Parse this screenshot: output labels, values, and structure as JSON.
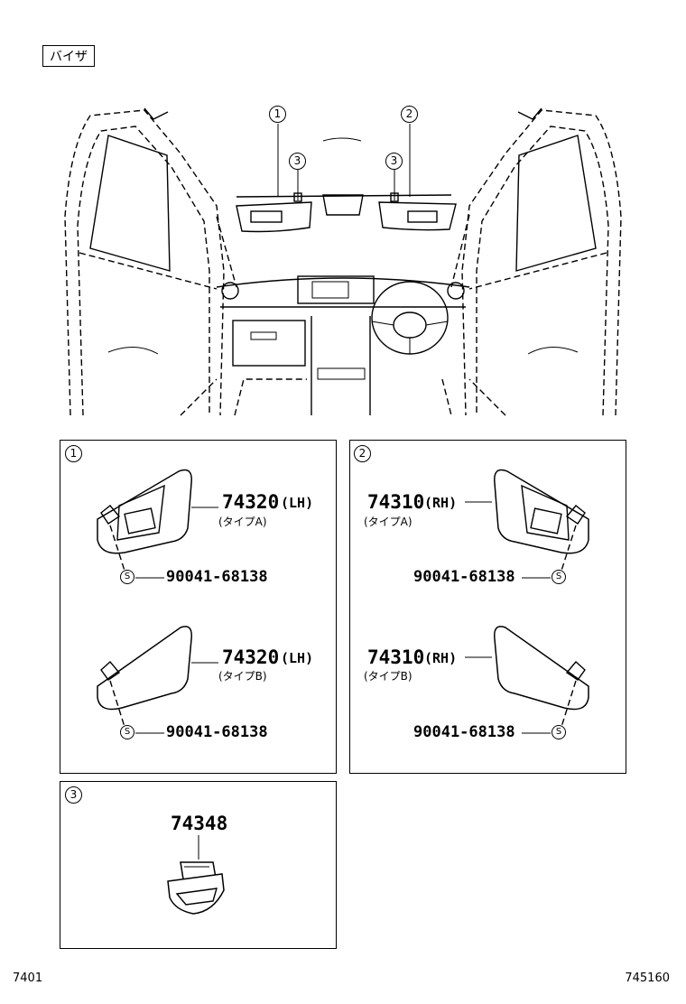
{
  "section_tag": "バイザ",
  "overview": {
    "callouts": [
      "1",
      "2",
      "3",
      "3"
    ]
  },
  "panel1": {
    "index": "1",
    "items": [
      {
        "part_no": "74320",
        "side": "(LH)",
        "type": "(タイプA)",
        "bolt": "90041-68138",
        "bolt_mark": "S"
      },
      {
        "part_no": "74320",
        "side": "(LH)",
        "type": "(タイプB)",
        "bolt": "90041-68138",
        "bolt_mark": "S"
      }
    ]
  },
  "panel2": {
    "index": "2",
    "items": [
      {
        "part_no": "74310",
        "side": "(RH)",
        "type": "(タイプA)",
        "bolt": "90041-68138",
        "bolt_mark": "S"
      },
      {
        "part_no": "74310",
        "side": "(RH)",
        "type": "(タイプB)",
        "bolt": "90041-68138",
        "bolt_mark": "S"
      }
    ]
  },
  "panel3": {
    "index": "3",
    "part_no": "74348"
  },
  "footer": {
    "left": "7401",
    "right": "745160"
  }
}
